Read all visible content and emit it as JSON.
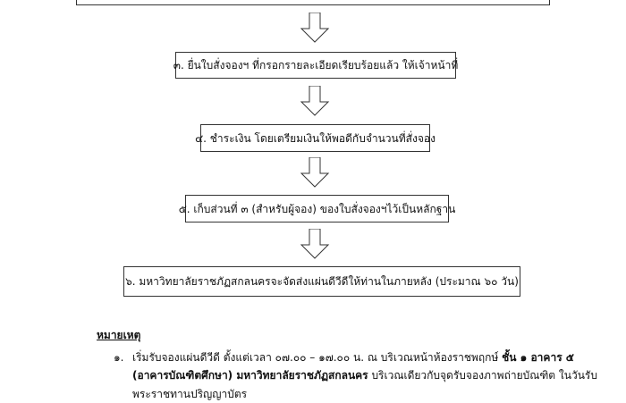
{
  "flow": {
    "steps": [
      {
        "text": "๓. ยื่นใบสั่งจองฯ ที่กรอกรายละเอียดเรียบร้อยแล้ว  ให้เจ้าหน้าที่"
      },
      {
        "text": "๔. ชำระเงิน โดยเตรียมเงินให้พอดีกับจำนวนที่สั่งจอง"
      },
      {
        "text": "๕. เก็บส่วนที่ ๓ (สำหรับผู้จอง) ของใบสั่งจองฯไว้เป็นหลักฐาน"
      },
      {
        "text": "๖. มหาวิทยาลัยราชภัฏสกลนครจะจัดส่งแผ่นดีวีดีให้ท่านในภายหลัง (ประมาณ ๖๐ วัน)"
      }
    ]
  },
  "notes": {
    "title": "หมายเหตุ",
    "item1": {
      "number": "๑.",
      "line1_a": "เริ่มรับจองแผ่นดีวีดี ตั้งแต่เวลา ๐๗.๐๐ –    ๑๗.๐๐ น. ณ บริเวณหน้าห้องราชพฤกษ์ ",
      "line1_bold": "ชั้น ๑ อาคาร ๕",
      "line2_bold": "(อาคารบัณฑิตศึกษา) มหาวิทยาลัยราชภัฏสกลนคร",
      "line2_b": " บริเวณเดียวกับจุดรับจองภาพถ่ายบัณฑิต ในวันรับ",
      "line3": "พระราชทานปริญญาบัตร"
    }
  }
}
